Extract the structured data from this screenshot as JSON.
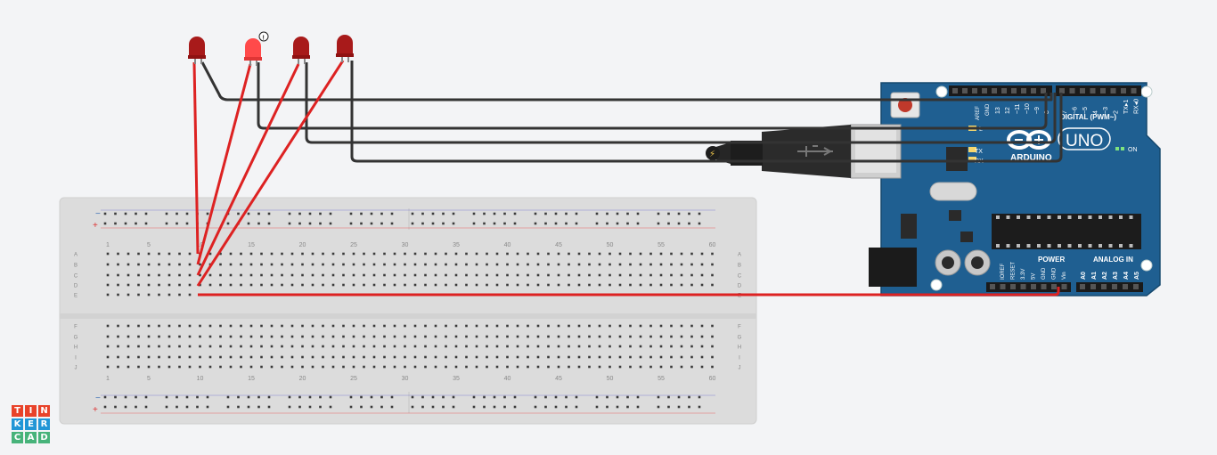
{
  "colors": {
    "canvas": "#f3f4f6",
    "breadboard": "#dcdcdc",
    "board": "#1f5f91",
    "wire_red": "#dd2222",
    "wire_black": "#333333",
    "led_red": "#a81a1a",
    "led_lit": "#ff4a4a"
  },
  "breadboard": {
    "columns": [
      "1",
      "5",
      "10",
      "15",
      "20",
      "25",
      "30",
      "35",
      "40",
      "45",
      "50",
      "55",
      "60"
    ],
    "rows_top": [
      "A",
      "B",
      "C",
      "D",
      "E"
    ],
    "rows_bottom": [
      "F",
      "G",
      "H",
      "I",
      "J"
    ],
    "rail_minus": "−",
    "rail_plus": "+"
  },
  "leds": [
    {
      "name": "led-1",
      "state": "off"
    },
    {
      "name": "led-2",
      "state": "on",
      "badge": "!"
    },
    {
      "name": "led-3",
      "state": "off"
    },
    {
      "name": "led-4",
      "state": "off"
    }
  ],
  "arduino": {
    "brand": "ARDUINO",
    "model": "UNO",
    "digital_label": "DIGITAL (PWM~)",
    "aref": "AREF",
    "gnd": "GND",
    "pin_labels": [
      "13",
      "12",
      "~11",
      "~10",
      "~9",
      "8",
      "7",
      "~6",
      "~5",
      "4",
      "~3",
      "2",
      "TX▸1",
      "RX◂0"
    ],
    "tx": "TX",
    "rx": "RX",
    "l": "L",
    "on": "ON",
    "power_label": "POWER",
    "analog_label": "ANALOG IN",
    "power_pins": [
      "IOREF",
      "RESET",
      "3.3V",
      "5V",
      "GND",
      "GND",
      "Vin"
    ],
    "analog_pins": [
      "A0",
      "A1",
      "A2",
      "A3",
      "A4",
      "A5"
    ]
  },
  "logo": {
    "letters": [
      "T",
      "I",
      "N",
      "K",
      "E",
      "R",
      "C",
      "A",
      "D"
    ],
    "colors": [
      "#e8432a",
      "#e8432a",
      "#e8432a",
      "#2196d6",
      "#2196d6",
      "#2196d6",
      "#47b37a",
      "#47b37a",
      "#47b37a"
    ]
  }
}
